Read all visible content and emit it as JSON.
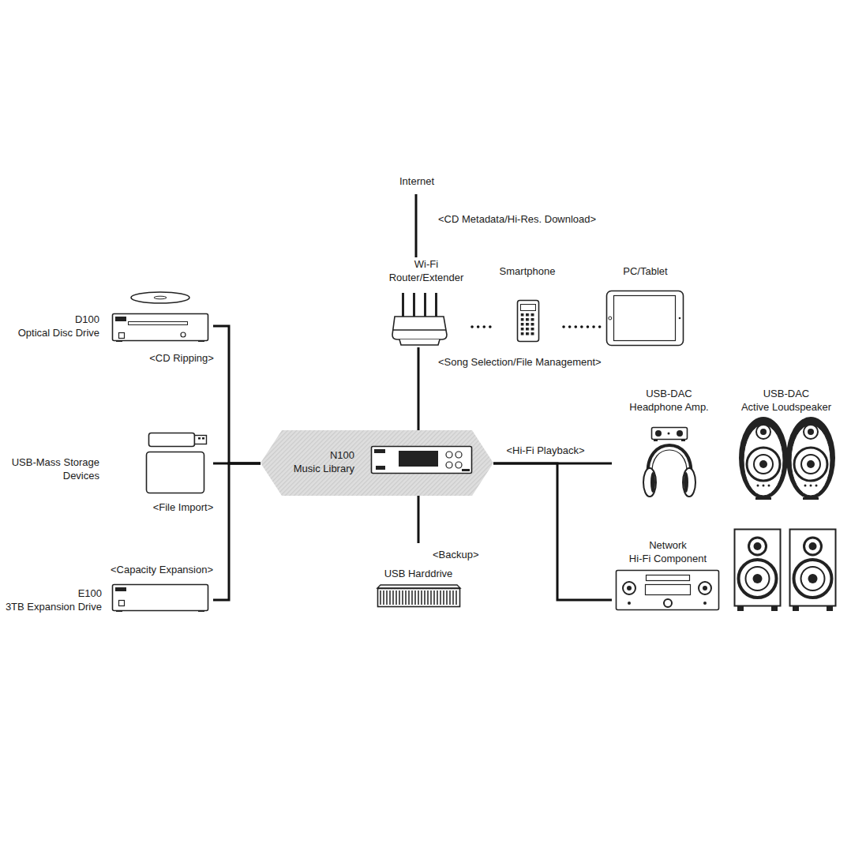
{
  "diagram": {
    "nodes": [
      {
        "text": [
          "Internet"
        ]
      },
      {
        "text": [
          "Wi-Fi Router/Extender"
        ]
      },
      {
        "text": [
          "Smartphone"
        ]
      },
      {
        "text": [
          "PC/Tablet"
        ]
      },
      {
        "text": [
          "D100 Optical Disc Drive"
        ]
      },
      {
        "text": [
          "USB-Mass Storage Devices"
        ]
      },
      {
        "text": [
          "N100 Music Library"
        ]
      },
      {
        "text": [
          "USB-DAC Headphone Amp."
        ]
      },
      {
        "text": [
          "USB-DAC Active Loudspeaker"
        ]
      },
      {
        "text": [
          "Network Hi-Fi Component"
        ]
      },
      {
        "text": [
          "USB Harddrive"
        ]
      },
      {
        "text": [
          "E100 3TB Expansion Drive"
        ]
      }
    ],
    "edges": [
      {
        "from": 0,
        "to": 1,
        "label": "<CD Metadata/Hi-Res. Download>",
        "arrow": "none"
      },
      {
        "from": 1,
        "to": 2,
        "arrow": "none"
      },
      {
        "from": 2,
        "to": 3,
        "arrow": "none"
      },
      {
        "from": 1,
        "to": 6,
        "label": "<Song Selection/File Management>",
        "arrow": "none"
      },
      {
        "from": 4,
        "to": 6,
        "label": "<CD Ripping>",
        "arrow": "none"
      },
      {
        "from": 5,
        "to": 6,
        "label": "<File Import>",
        "arrow": "none"
      },
      {
        "from": 11,
        "to": 6,
        "label": "<Capacity Expansion>",
        "arrow": "none"
      },
      {
        "from": 6,
        "to": 7,
        "label": "<Hi-Fi Playback>",
        "arrow": "none"
      },
      {
        "from": 6,
        "to": 9,
        "arrow": "none"
      },
      {
        "from": 6,
        "to": 10,
        "label": "<Backup>",
        "arrow": "none"
      }
    ]
  }
}
